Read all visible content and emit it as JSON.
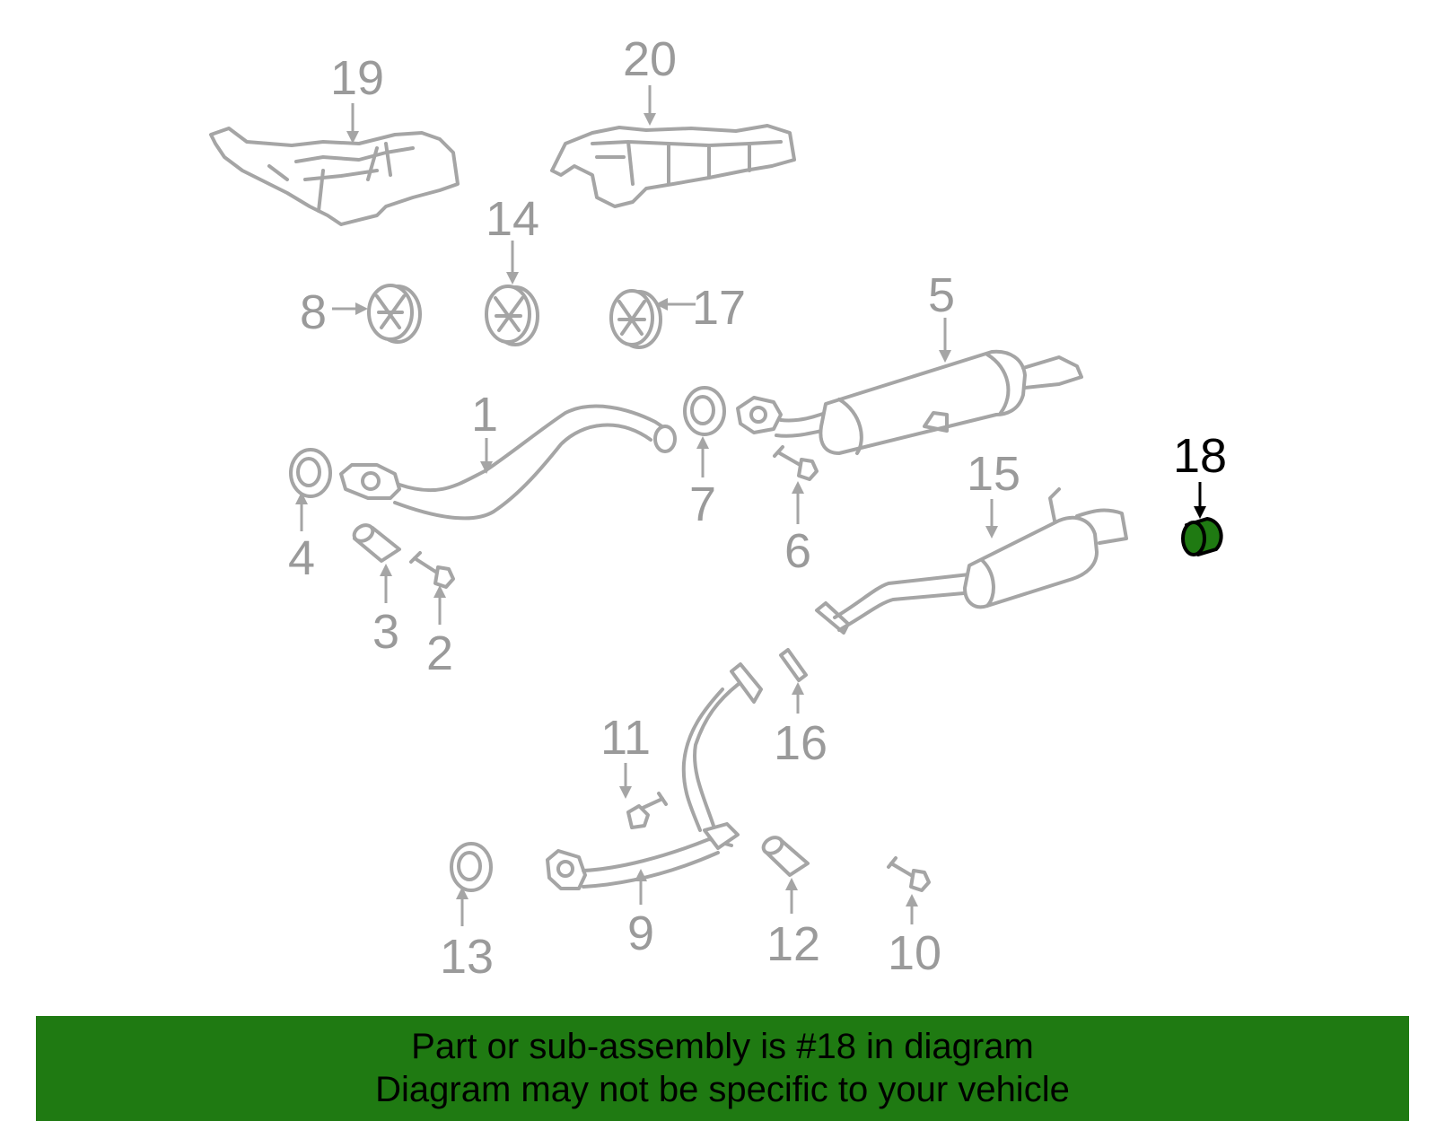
{
  "diagram": {
    "highlight_color": "#1f7a12",
    "highlighted_part": "18",
    "callouts": {
      "p1": "1",
      "p2": "2",
      "p3": "3",
      "p4": "4",
      "p5": "5",
      "p6": "6",
      "p7": "7",
      "p8": "8",
      "p9": "9",
      "p10": "10",
      "p11": "11",
      "p12": "12",
      "p13": "13",
      "p14": "14",
      "p15": "15",
      "p16": "16",
      "p17": "17",
      "p18": "18",
      "p19": "19",
      "p20": "20"
    }
  },
  "banner": {
    "line1": "Part or sub-assembly is #18 in diagram",
    "line2": "Diagram may not be specific to your vehicle"
  }
}
